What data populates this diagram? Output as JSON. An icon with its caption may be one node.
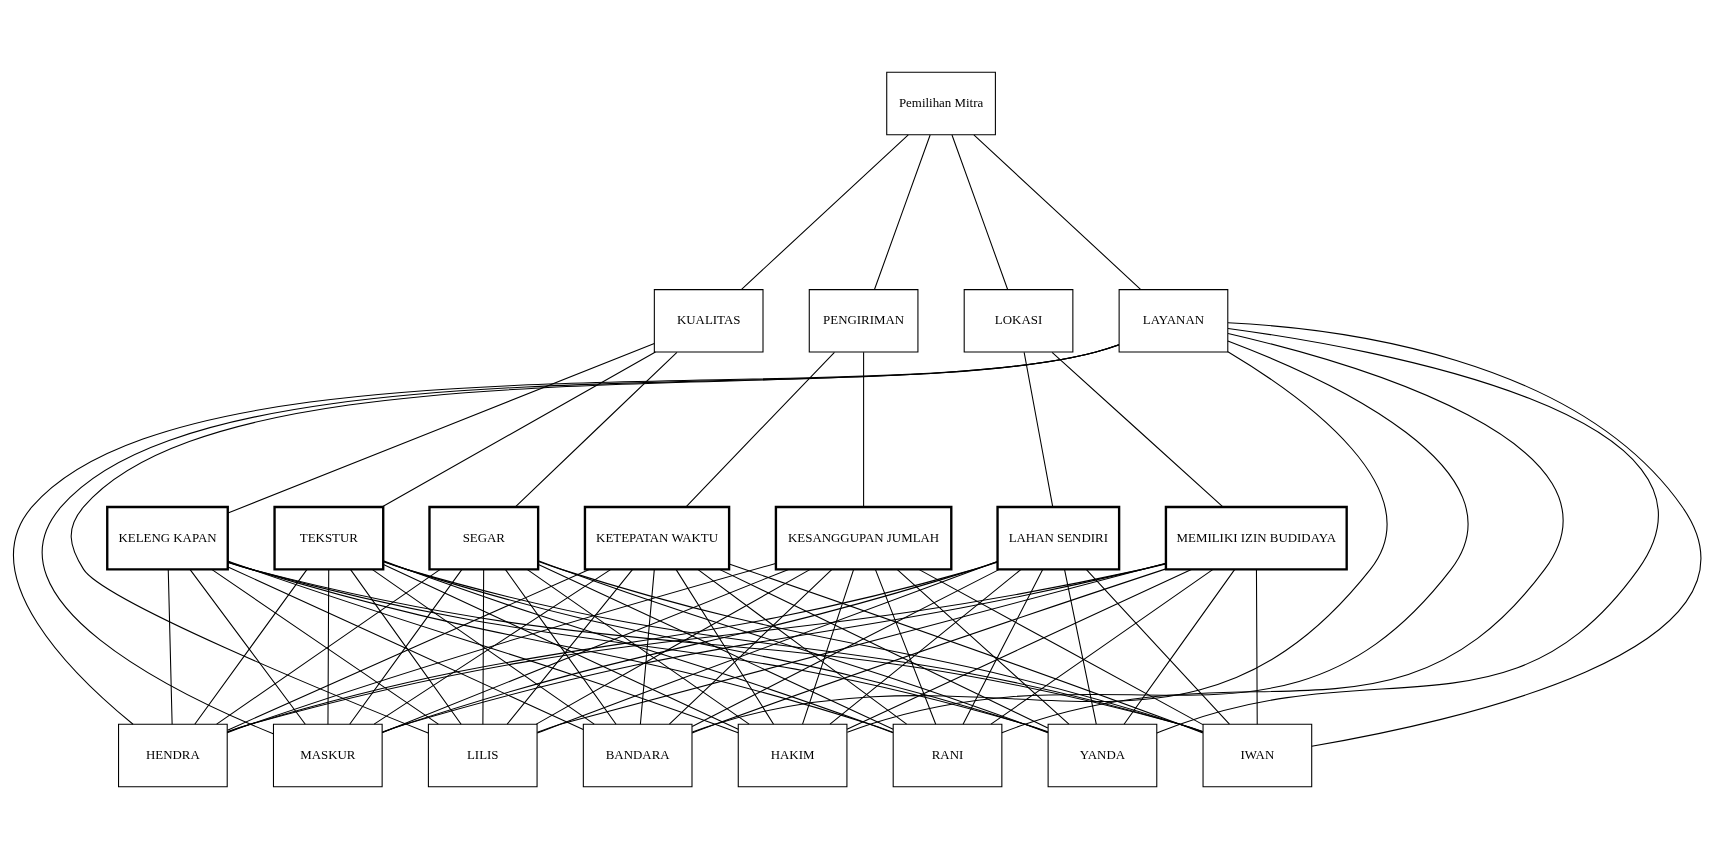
{
  "diagram": {
    "nodes": [
      {
        "text": [
          "Pemilihan Mitra"
        ]
      },
      {
        "text": [
          "KUALITAS"
        ]
      },
      {
        "text": [
          "PENGIRIMAN"
        ]
      },
      {
        "text": [
          "LOKASI"
        ]
      },
      {
        "text": [
          "LAYANAN"
        ]
      },
      {
        "text": [
          "KELENG KAPAN"
        ]
      },
      {
        "text": [
          "TEKSTUR"
        ]
      },
      {
        "text": [
          "SEGAR"
        ]
      },
      {
        "text": [
          "KETEPATAN WAKTU"
        ]
      },
      {
        "text": [
          "KESANGGUPAN JUMLAH"
        ]
      },
      {
        "text": [
          "LAHAN SENDIRI"
        ]
      },
      {
        "text": [
          "MEMILIKI IZIN BUDIDAYA"
        ]
      },
      {
        "text": [
          "HENDRA"
        ]
      },
      {
        "text": [
          "MASKUR"
        ]
      },
      {
        "text": [
          "LILIS"
        ]
      },
      {
        "text": [
          "BANDARA"
        ]
      },
      {
        "text": [
          "HAKIM"
        ]
      },
      {
        "text": [
          "RANI"
        ]
      },
      {
        "text": [
          "YANDA"
        ]
      },
      {
        "text": [
          "IWAN"
        ]
      }
    ],
    "edges": [
      {
        "from": 0,
        "to": 1,
        "arrow": "none"
      },
      {
        "from": 0,
        "to": 2,
        "arrow": "none"
      },
      {
        "from": 0,
        "to": 3,
        "arrow": "none"
      },
      {
        "from": 0,
        "to": 4,
        "arrow": "none"
      },
      {
        "from": 1,
        "to": 5,
        "arrow": "none"
      },
      {
        "from": 1,
        "to": 6,
        "arrow": "none"
      },
      {
        "from": 1,
        "to": 7,
        "arrow": "none"
      },
      {
        "from": 2,
        "to": 8,
        "arrow": "none"
      },
      {
        "from": 2,
        "to": 9,
        "arrow": "none"
      },
      {
        "from": 3,
        "to": 10,
        "arrow": "none"
      },
      {
        "from": 3,
        "to": 11,
        "arrow": "none"
      },
      {
        "from": 5,
        "to": 12,
        "arrow": "none"
      },
      {
        "from": 5,
        "to": 13,
        "arrow": "none"
      },
      {
        "from": 5,
        "to": 14,
        "arrow": "none"
      },
      {
        "from": 5,
        "to": 15,
        "arrow": "none"
      },
      {
        "from": 5,
        "to": 16,
        "arrow": "none"
      },
      {
        "from": 5,
        "to": 17,
        "arrow": "none"
      },
      {
        "from": 5,
        "to": 18,
        "arrow": "none"
      },
      {
        "from": 5,
        "to": 19,
        "arrow": "none"
      },
      {
        "from": 6,
        "to": 12,
        "arrow": "none"
      },
      {
        "from": 6,
        "to": 13,
        "arrow": "none"
      },
      {
        "from": 6,
        "to": 14,
        "arrow": "none"
      },
      {
        "from": 6,
        "to": 15,
        "arrow": "none"
      },
      {
        "from": 6,
        "to": 16,
        "arrow": "none"
      },
      {
        "from": 6,
        "to": 17,
        "arrow": "none"
      },
      {
        "from": 6,
        "to": 18,
        "arrow": "none"
      },
      {
        "from": 6,
        "to": 19,
        "arrow": "none"
      },
      {
        "from": 7,
        "to": 12,
        "arrow": "none"
      },
      {
        "from": 7,
        "to": 13,
        "arrow": "none"
      },
      {
        "from": 7,
        "to": 14,
        "arrow": "none"
      },
      {
        "from": 7,
        "to": 15,
        "arrow": "none"
      },
      {
        "from": 7,
        "to": 16,
        "arrow": "none"
      },
      {
        "from": 7,
        "to": 17,
        "arrow": "none"
      },
      {
        "from": 7,
        "to": 18,
        "arrow": "none"
      },
      {
        "from": 7,
        "to": 19,
        "arrow": "none"
      },
      {
        "from": 8,
        "to": 12,
        "arrow": "none"
      },
      {
        "from": 8,
        "to": 13,
        "arrow": "none"
      },
      {
        "from": 8,
        "to": 14,
        "arrow": "none"
      },
      {
        "from": 8,
        "to": 15,
        "arrow": "none"
      },
      {
        "from": 8,
        "to": 16,
        "arrow": "none"
      },
      {
        "from": 8,
        "to": 17,
        "arrow": "none"
      },
      {
        "from": 8,
        "to": 18,
        "arrow": "none"
      },
      {
        "from": 8,
        "to": 19,
        "arrow": "none"
      },
      {
        "from": 9,
        "to": 12,
        "arrow": "none"
      },
      {
        "from": 9,
        "to": 13,
        "arrow": "none"
      },
      {
        "from": 9,
        "to": 14,
        "arrow": "none"
      },
      {
        "from": 9,
        "to": 15,
        "arrow": "none"
      },
      {
        "from": 9,
        "to": 16,
        "arrow": "none"
      },
      {
        "from": 9,
        "to": 17,
        "arrow": "none"
      },
      {
        "from": 9,
        "to": 18,
        "arrow": "none"
      },
      {
        "from": 9,
        "to": 19,
        "arrow": "none"
      },
      {
        "from": 10,
        "to": 12,
        "arrow": "none"
      },
      {
        "from": 10,
        "to": 13,
        "arrow": "none"
      },
      {
        "from": 10,
        "to": 14,
        "arrow": "none"
      },
      {
        "from": 10,
        "to": 15,
        "arrow": "none"
      },
      {
        "from": 10,
        "to": 16,
        "arrow": "none"
      },
      {
        "from": 10,
        "to": 17,
        "arrow": "none"
      },
      {
        "from": 10,
        "to": 18,
        "arrow": "none"
      },
      {
        "from": 10,
        "to": 19,
        "arrow": "none"
      },
      {
        "from": 11,
        "to": 12,
        "arrow": "none"
      },
      {
        "from": 11,
        "to": 13,
        "arrow": "none"
      },
      {
        "from": 11,
        "to": 14,
        "arrow": "none"
      },
      {
        "from": 11,
        "to": 15,
        "arrow": "none"
      },
      {
        "from": 11,
        "to": 16,
        "arrow": "none"
      },
      {
        "from": 11,
        "to": 17,
        "arrow": "none"
      },
      {
        "from": 11,
        "to": 18,
        "arrow": "none"
      },
      {
        "from": 11,
        "to": 19,
        "arrow": "none"
      },
      {
        "from": 4,
        "to": 12,
        "arrow": "none"
      },
      {
        "from": 4,
        "to": 13,
        "arrow": "none"
      },
      {
        "from": 4,
        "to": 14,
        "arrow": "none"
      },
      {
        "from": 4,
        "to": 15,
        "arrow": "none"
      },
      {
        "from": 4,
        "to": 16,
        "arrow": "none"
      },
      {
        "from": 4,
        "to": 17,
        "arrow": "none"
      },
      {
        "from": 4,
        "to": 18,
        "arrow": "none"
      },
      {
        "from": 4,
        "to": 19,
        "arrow": "none"
      }
    ]
  }
}
